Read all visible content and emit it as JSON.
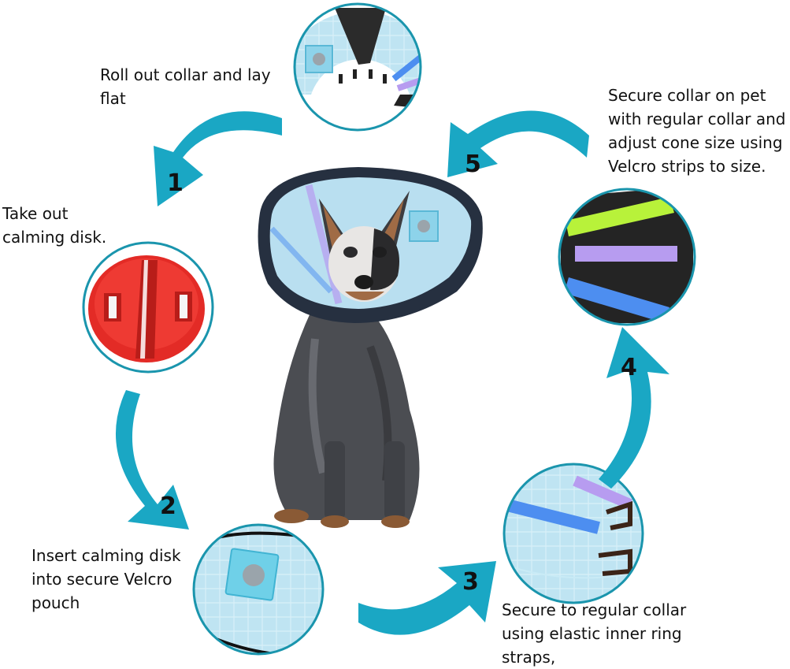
{
  "colors": {
    "arrow": "#1aa7c4",
    "circle_border": "#1a95ad",
    "disk_red": "#e32b26",
    "cone_blue": "#bfe4f2",
    "velcro_green": "#b8f23a",
    "velcro_purple": "#b79cf0",
    "velcro_blue": "#4d8ef0"
  },
  "steps": [
    {
      "number": "1",
      "caption": "Roll out collar and lay\nflat",
      "icon": "rolled-collar-icon"
    },
    {
      "number": "2",
      "caption": "Take out\ncalming disk.",
      "icon": "calming-disk-icon"
    },
    {
      "number": "3",
      "caption": "Insert calming disk\ninto secure Velcro\npouch",
      "icon": "velcro-pouch-icon"
    },
    {
      "number": "4",
      "caption": "Secure to regular collar\nusing elastic inner ring\nstraps,",
      "icon": "elastic-straps-icon"
    },
    {
      "number": "5",
      "caption": "Secure collar on pet\nwith regular collar and\nadjust cone size using\nVelcro strips to size.",
      "icon": "velcro-strips-icon"
    }
  ]
}
